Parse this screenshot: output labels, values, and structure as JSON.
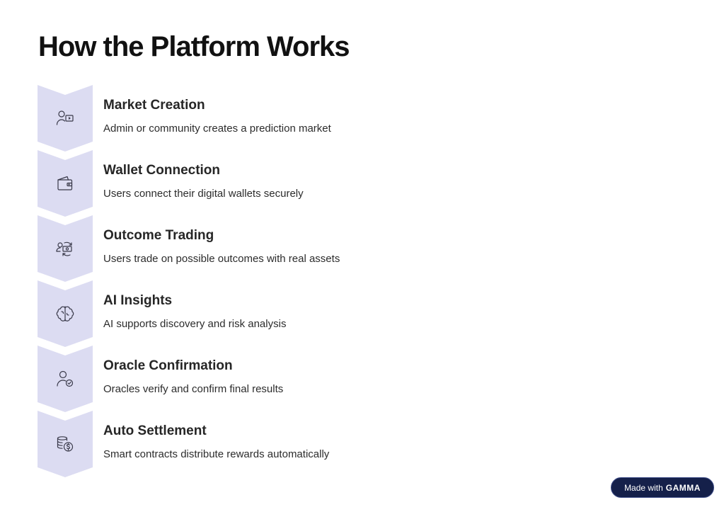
{
  "page": {
    "title": "How the Platform Works"
  },
  "colors": {
    "chevron_fill": "#dcdcf2",
    "icon_stroke": "#3a3a4a",
    "badge_bg": "#15204a"
  },
  "steps": [
    {
      "title": "Market Creation",
      "description": "Admin or community creates a prediction market",
      "icon": "user-presentation-icon"
    },
    {
      "title": "Wallet Connection",
      "description": "Users connect their digital wallets securely",
      "icon": "wallet-icon"
    },
    {
      "title": "Outcome Trading",
      "description": "Users trade on possible outcomes with real assets",
      "icon": "user-exchange-icon"
    },
    {
      "title": "AI Insights",
      "description": "AI supports discovery and risk analysis",
      "icon": "brain-icon"
    },
    {
      "title": "Oracle Confirmation",
      "description": "Oracles verify and confirm final results",
      "icon": "user-check-icon"
    },
    {
      "title": "Auto Settlement",
      "description": "Smart contracts distribute rewards automatically",
      "icon": "coins-dollar-icon"
    }
  ],
  "badge": {
    "prefix": "Made with",
    "brand": "GAMMA"
  }
}
